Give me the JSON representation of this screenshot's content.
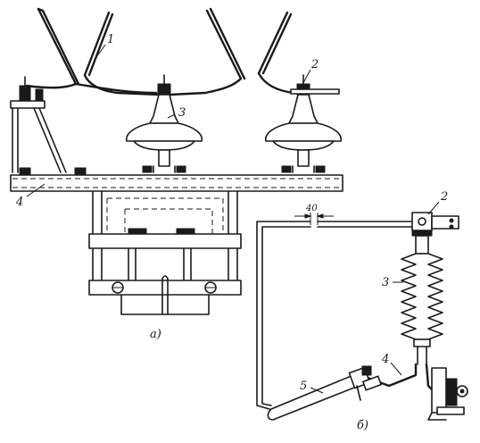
{
  "view_a": {
    "caption": "а)",
    "labels": {
      "horn": "1",
      "clamp": "2",
      "insulator": "3",
      "frame": "4"
    }
  },
  "view_b": {
    "caption": "б)",
    "dimension": "40",
    "labels": {
      "clamp": "2",
      "insulator": "3",
      "frame": "4",
      "holder": "5"
    }
  }
}
